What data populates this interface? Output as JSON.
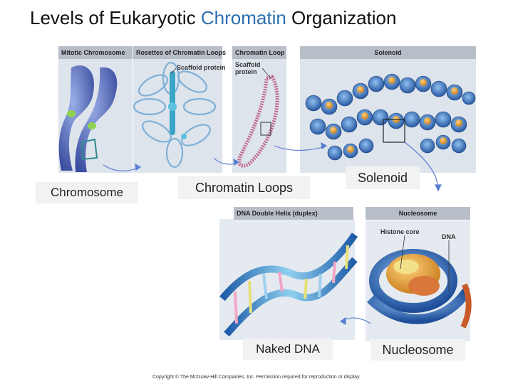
{
  "title": {
    "part1": "Levels of Eukaryotic ",
    "accent": "Chromatin",
    "part2": " Organization"
  },
  "panels": {
    "mitotic_chromosome": "Mitotic Chromosome",
    "rosettes": "Rosettes of Chromatin Loops",
    "chromatin_loop": "Chromatin Loop",
    "solenoid": "Solenoid",
    "dna_double_helix": "DNA Double Helix (duplex)",
    "nucleosome": "Nucleosome"
  },
  "callouts": {
    "scaffold_protein_1": "Scaffold protein",
    "scaffold_protein_2a": "Scaffold",
    "scaffold_protein_2b": "protein",
    "histone_core": "Histone core",
    "dna": "DNA"
  },
  "labels": {
    "chromosome": "Chromosome",
    "chromatin_loops": "Chromatin Loops",
    "solenoid": "Solenoid",
    "naked_dna": "Naked DNA",
    "nucleosome": "Nucleosome"
  },
  "copyright": "Copyright © The McGraw-Hill Companies, Inc. Permission required for reproduction or display.",
  "colors": {
    "title_accent": "#2a6fb0",
    "panel_header": "#b8bec8",
    "panel_background": "#dde4ec",
    "chromosome_blue": "#5a6fc0",
    "histone_orange": "#e0a030",
    "dna_blue": "#3a78c8"
  }
}
